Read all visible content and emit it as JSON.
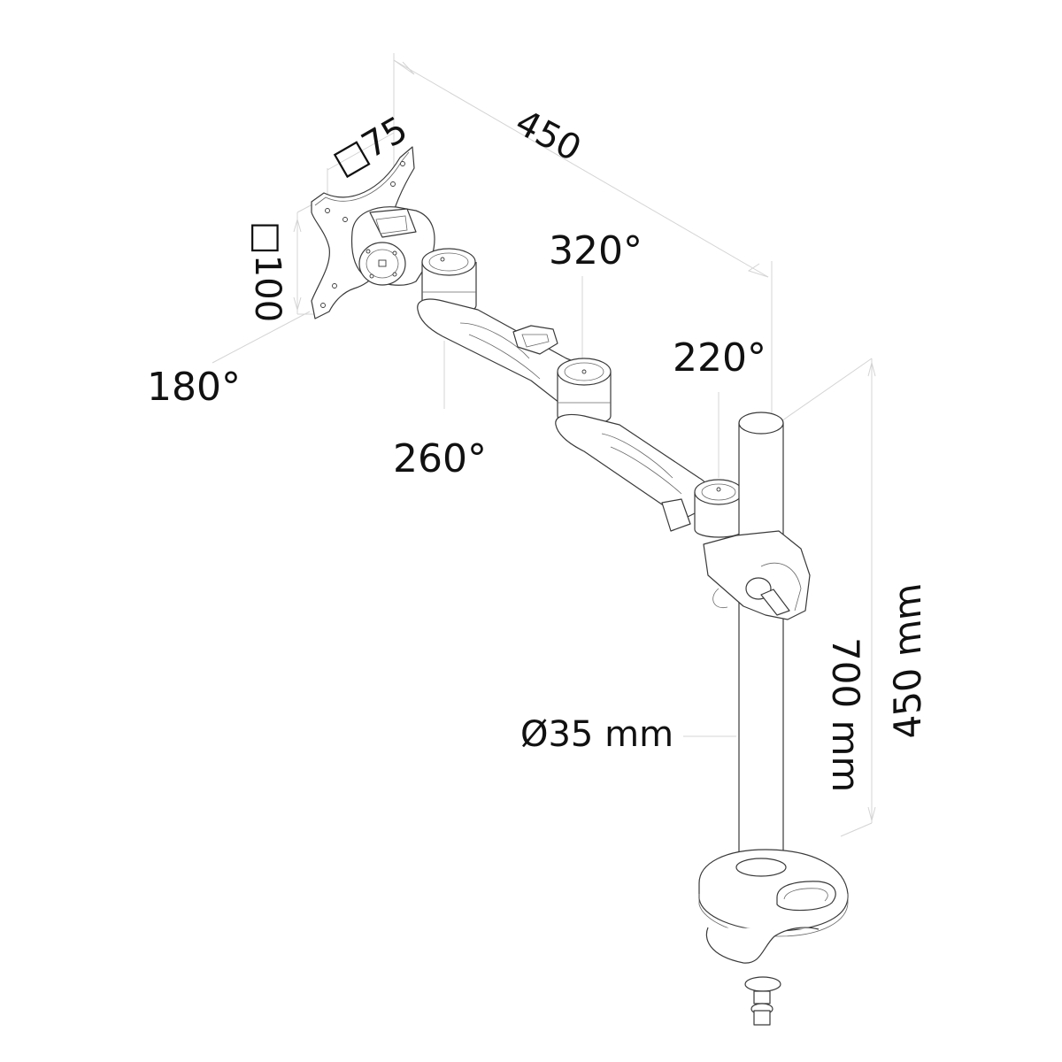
{
  "diagram": {
    "subject": "single monitor desk mount arm with pole and desk clamp",
    "colors": {
      "line": "#3a3a3a",
      "dimension_line": "#d4d4d4",
      "text": "#111111",
      "background": "#ffffff"
    },
    "labels": {
      "vesa_75": "□75",
      "vesa_100": "□100",
      "arm_reach": "450",
      "rotation_tilt": "180°",
      "rotation_joint_1": "320°",
      "rotation_joint_2": "260°",
      "rotation_joint_3": "220°",
      "pole_diameter": "Ø35 mm",
      "pole_height": "700 mm",
      "max_height": "450 mm"
    }
  }
}
